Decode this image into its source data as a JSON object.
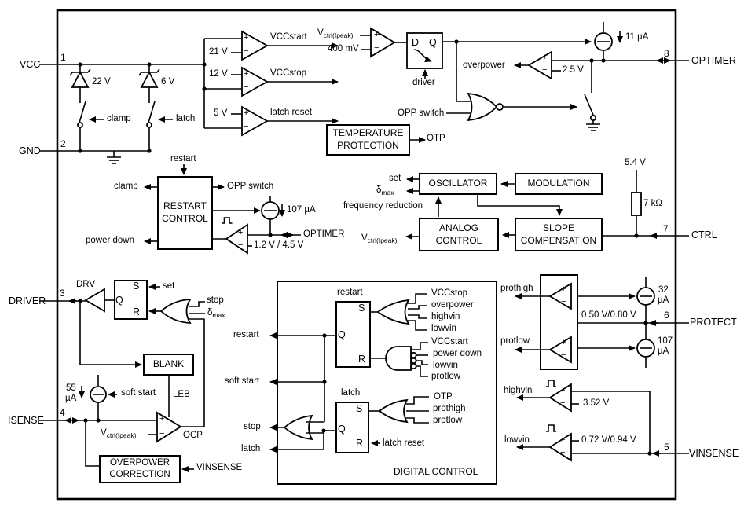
{
  "pins": {
    "vcc": {
      "name": "VCC",
      "num": "1"
    },
    "gnd": {
      "name": "GND",
      "num": "2"
    },
    "driver": {
      "name": "DRIVER",
      "num": "3"
    },
    "isense": {
      "name": "ISENSE",
      "num": "4"
    },
    "vinsense": {
      "name": "VINSENSE",
      "num": "5"
    },
    "protect": {
      "name": "PROTECT",
      "num": "6"
    },
    "ctrl": {
      "name": "CTRL",
      "num": "7"
    },
    "optimer": {
      "name": "OPTIMER",
      "num": "8"
    }
  },
  "sym": {
    "plus": "+",
    "minus": "−",
    "v": "V",
    "v_sub": "ctrl(Ipeak)",
    "delta": "δ",
    "delta_sub": "max"
  },
  "supervisor": {
    "zener_clamp": "22 V",
    "zener_latch": "6 V",
    "clamp": "clamp",
    "latch": "latch",
    "ref_21": "21 V",
    "ref_12": "12 V",
    "ref_5": "5 V",
    "vccstart": "VCCstart",
    "vccstop": "VCCstop",
    "latch_reset": "latch reset"
  },
  "peak": {
    "ref": "400 mV",
    "d": "D",
    "q": "Q",
    "driver": "driver"
  },
  "optimer_area": {
    "i11": "11 µA",
    "overpower": "overpower",
    "ref": "2.5 V",
    "opp_switch": "OPP switch"
  },
  "temp": {
    "line1": "TEMPERATURE",
    "line2": "PROTECTION",
    "otp": "OTP"
  },
  "restart": {
    "restart": "restart",
    "clamp": "clamp",
    "opp_switch": "OPP switch",
    "power_down": "power down",
    "line1": "RESTART",
    "line2": "CONTROL",
    "i107": "107 µA",
    "optimer": "OPTIMER",
    "ref": "1.2 V / 4.5 V"
  },
  "osc": {
    "set": "set",
    "freq": "frequency reduction",
    "oscillator": "OSCILLATOR",
    "modulation": "MODULATION",
    "analog1": "ANALOG",
    "analog2": "CONTROL",
    "slope1": "SLOPE",
    "slope2": "COMPENSATION"
  },
  "ctrl_area": {
    "v54": "5.4 V",
    "r7k": "7 kΩ"
  },
  "drv": {
    "drv": "DRV",
    "s": "S",
    "q": "Q",
    "r": "R",
    "set": "set",
    "stop": "stop",
    "blank": "BLANK",
    "leb": "LEB",
    "i55_val": "55",
    "i55_unit": "µA",
    "soft_start": "soft start",
    "ocp": "OCP",
    "opc1": "OVERPOWER",
    "opc2": "CORRECTION",
    "vinsense": "VINSENSE"
  },
  "digital": {
    "title": "DIGITAL CONTROL",
    "restart_label": "restart",
    "latch_label": "latch",
    "s": "S",
    "q": "Q",
    "r": "R",
    "set_in": [
      "VCCstop",
      "overpower",
      "highvin",
      "lowvin"
    ],
    "reset_in": [
      "VCCstart",
      "power down",
      "lowvin",
      "protlow"
    ],
    "latch_set_in": [
      "OTP",
      "prothigh",
      "protlow"
    ],
    "latch_reset": "latch reset",
    "out_restart": "restart",
    "out_soft_start": "soft start",
    "out_stop": "stop",
    "out_latch": "latch"
  },
  "protect_area": {
    "prothigh": "prothigh",
    "protlow": "protlow",
    "ref": "0.50 V/0.80 V",
    "i32_val": "32",
    "i32_unit": "µA",
    "i107_val": "107",
    "i107_unit": "µA",
    "highvin": "highvin",
    "ref_high": "3.52 V",
    "lowvin": "lowvin",
    "ref_low": "0.72 V/0.94 V"
  }
}
